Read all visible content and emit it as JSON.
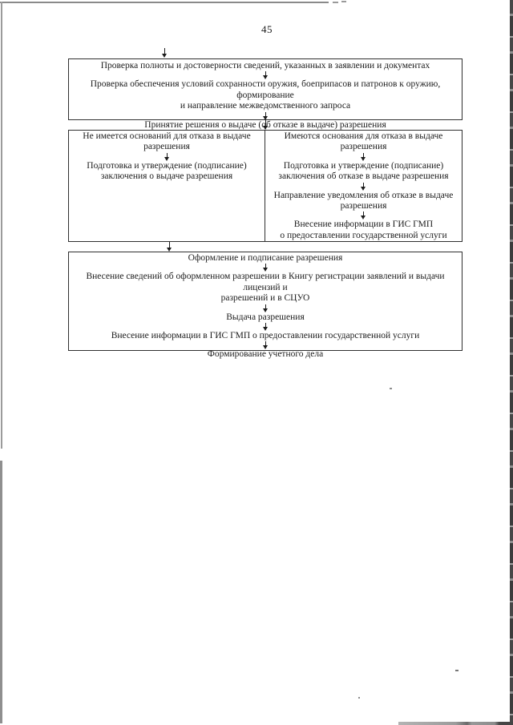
{
  "page": {
    "number": "45"
  },
  "flow": {
    "top": {
      "steps": [
        "Проверка полноты и достоверности сведений, указанных в заявлении и документах",
        "Проверка обеспечения условий сохранности оружия, боеприпасов и патронов к оружию, формирование\nи направление межведомственного запроса",
        "Принятие решения о выдаче (об отказе в выдаче) разрешения"
      ]
    },
    "left_branch": {
      "steps": [
        "Не имеется оснований для отказа в выдаче\nразрешения",
        "Подготовка и утверждение (подписание)\nзаключения о выдаче разрешения"
      ]
    },
    "right_branch": {
      "steps": [
        "Имеются основания для отказа в выдаче\nразрешения",
        "Подготовка и утверждение (подписание)\nзаключения об отказе в выдаче разрешения",
        "Направление уведомления об отказе в выдаче\nразрешения",
        "Внесение информации в ГИС ГМП\nо предоставлении государственной услуги"
      ]
    },
    "bottom": {
      "steps": [
        "Оформление и подписание разрешения",
        "Внесение сведений об оформленном разрешении в Книгу регистрации заявлений и выдачи лицензий и\nразрешений и в СЦУО",
        "Выдача разрешения",
        "Внесение информации в ГИС ГМП о предоставлении государственной услуги",
        "Формирование учетного дела"
      ]
    }
  },
  "colors": {
    "ink": "#1c1c1c",
    "border": "#2f2f2f",
    "scan-gray": "#8a8a8a",
    "scan-dark": "#454545"
  }
}
